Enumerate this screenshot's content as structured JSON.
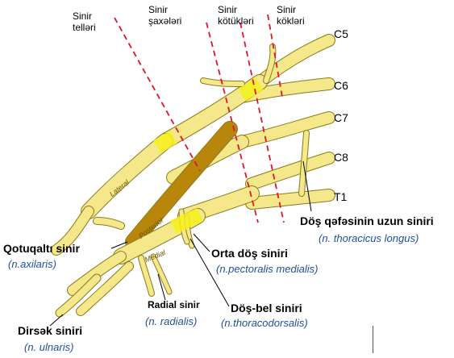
{
  "colors": {
    "nerve_fill": "#f4e88a",
    "nerve_stroke": "#8a7a1c",
    "highlight": "#f4f11a",
    "cord_dark": "#b8860b",
    "dash": "#e0142a",
    "latin": "#1f4e9a"
  },
  "zones": {
    "terminal": "Sinir\ntelləri",
    "branches": "Sinir\nşaxələri",
    "trunks": "Sinir\nkötükləri",
    "roots": "Sinir\nkökləri"
  },
  "roots": [
    "C5",
    "C6",
    "C7",
    "C8",
    "T1"
  ],
  "cords": {
    "lateral": "Lateral",
    "posterior": "Posterior",
    "medial": "Medial"
  },
  "nerves": {
    "long_thoracic": {
      "az": "Döş qəfəsinin uzun siniri",
      "latin": "(n. thoracicus longus)"
    },
    "axillary": {
      "az": "Qotuqaltı sinir",
      "latin": "(n.axilaris)"
    },
    "pectoral_medial": {
      "az": "Orta döş siniri",
      "latin": "(n.pectoralis medialis)"
    },
    "radial": {
      "az": "Radial sinir",
      "latin": "(n. radialis)"
    },
    "thoracodorsal": {
      "az": "Döş-bel siniri",
      "latin": "(n.thoracodorsalis)"
    },
    "ulnar": {
      "az": "Dirsək siniri",
      "latin": "(n. ulnaris)"
    }
  }
}
